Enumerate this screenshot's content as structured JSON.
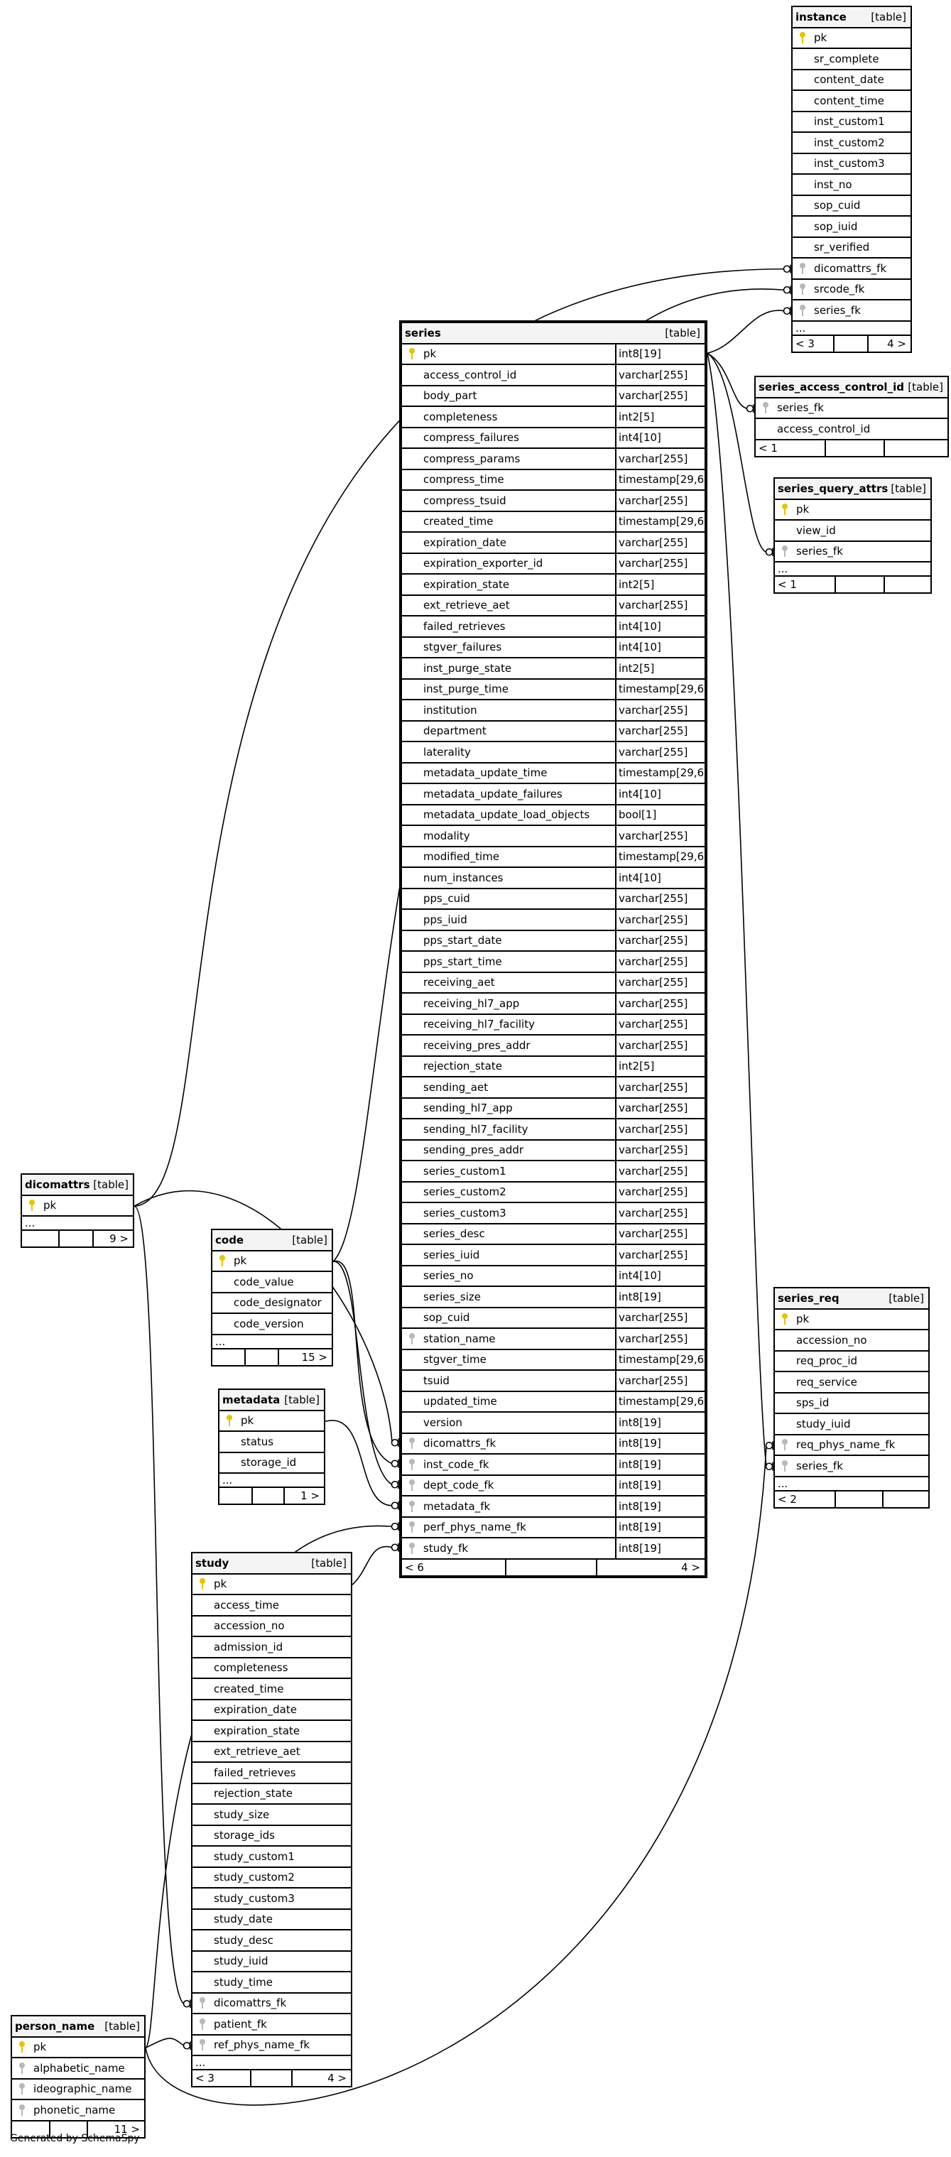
{
  "table_type_label": "[table]",
  "footer_text": "Generated by SchemaSpy",
  "tables": {
    "instance": {
      "name": "instance",
      "columns": [
        {
          "name": "pk",
          "key": "pk"
        },
        {
          "name": "sr_complete"
        },
        {
          "name": "content_date"
        },
        {
          "name": "content_time"
        },
        {
          "name": "inst_custom1"
        },
        {
          "name": "inst_custom2"
        },
        {
          "name": "inst_custom3"
        },
        {
          "name": "inst_no"
        },
        {
          "name": "sop_cuid"
        },
        {
          "name": "sop_iuid"
        },
        {
          "name": "sr_verified"
        },
        {
          "name": "dicomattrs_fk",
          "key": "fk"
        },
        {
          "name": "srcode_fk",
          "key": "fk"
        },
        {
          "name": "series_fk",
          "key": "fk"
        }
      ],
      "ellipsis": "...",
      "stats": [
        "< 3",
        "",
        "4 >"
      ]
    },
    "series": {
      "name": "series",
      "columns": [
        {
          "name": "pk",
          "type": "int8[19]",
          "key": "pk"
        },
        {
          "name": "access_control_id",
          "type": "varchar[255]"
        },
        {
          "name": "body_part",
          "type": "varchar[255]"
        },
        {
          "name": "completeness",
          "type": "int2[5]"
        },
        {
          "name": "compress_failures",
          "type": "int4[10]"
        },
        {
          "name": "compress_params",
          "type": "varchar[255]"
        },
        {
          "name": "compress_time",
          "type": "timestamp[29,6]"
        },
        {
          "name": "compress_tsuid",
          "type": "varchar[255]"
        },
        {
          "name": "created_time",
          "type": "timestamp[29,6]"
        },
        {
          "name": "expiration_date",
          "type": "varchar[255]"
        },
        {
          "name": "expiration_exporter_id",
          "type": "varchar[255]"
        },
        {
          "name": "expiration_state",
          "type": "int2[5]"
        },
        {
          "name": "ext_retrieve_aet",
          "type": "varchar[255]"
        },
        {
          "name": "failed_retrieves",
          "type": "int4[10]"
        },
        {
          "name": "stgver_failures",
          "type": "int4[10]"
        },
        {
          "name": "inst_purge_state",
          "type": "int2[5]"
        },
        {
          "name": "inst_purge_time",
          "type": "timestamp[29,6]"
        },
        {
          "name": "institution",
          "type": "varchar[255]"
        },
        {
          "name": "department",
          "type": "varchar[255]"
        },
        {
          "name": "laterality",
          "type": "varchar[255]"
        },
        {
          "name": "metadata_update_time",
          "type": "timestamp[29,6]"
        },
        {
          "name": "metadata_update_failures",
          "type": "int4[10]"
        },
        {
          "name": "metadata_update_load_objects",
          "type": "bool[1]"
        },
        {
          "name": "modality",
          "type": "varchar[255]"
        },
        {
          "name": "modified_time",
          "type": "timestamp[29,6]"
        },
        {
          "name": "num_instances",
          "type": "int4[10]"
        },
        {
          "name": "pps_cuid",
          "type": "varchar[255]"
        },
        {
          "name": "pps_iuid",
          "type": "varchar[255]"
        },
        {
          "name": "pps_start_date",
          "type": "varchar[255]"
        },
        {
          "name": "pps_start_time",
          "type": "varchar[255]"
        },
        {
          "name": "receiving_aet",
          "type": "varchar[255]"
        },
        {
          "name": "receiving_hl7_app",
          "type": "varchar[255]"
        },
        {
          "name": "receiving_hl7_facility",
          "type": "varchar[255]"
        },
        {
          "name": "receiving_pres_addr",
          "type": "varchar[255]"
        },
        {
          "name": "rejection_state",
          "type": "int2[5]"
        },
        {
          "name": "sending_aet",
          "type": "varchar[255]"
        },
        {
          "name": "sending_hl7_app",
          "type": "varchar[255]"
        },
        {
          "name": "sending_hl7_facility",
          "type": "varchar[255]"
        },
        {
          "name": "sending_pres_addr",
          "type": "varchar[255]"
        },
        {
          "name": "series_custom1",
          "type": "varchar[255]"
        },
        {
          "name": "series_custom2",
          "type": "varchar[255]"
        },
        {
          "name": "series_custom3",
          "type": "varchar[255]"
        },
        {
          "name": "series_desc",
          "type": "varchar[255]"
        },
        {
          "name": "series_iuid",
          "type": "varchar[255]"
        },
        {
          "name": "series_no",
          "type": "int4[10]"
        },
        {
          "name": "series_size",
          "type": "int8[19]"
        },
        {
          "name": "sop_cuid",
          "type": "varchar[255]"
        },
        {
          "name": "station_name",
          "type": "varchar[255]",
          "key": "fk"
        },
        {
          "name": "stgver_time",
          "type": "timestamp[29,6]"
        },
        {
          "name": "tsuid",
          "type": "varchar[255]"
        },
        {
          "name": "updated_time",
          "type": "timestamp[29,6]"
        },
        {
          "name": "version",
          "type": "int8[19]"
        },
        {
          "name": "dicomattrs_fk",
          "type": "int8[19]",
          "key": "fk"
        },
        {
          "name": "inst_code_fk",
          "type": "int8[19]",
          "key": "fk"
        },
        {
          "name": "dept_code_fk",
          "type": "int8[19]",
          "key": "fk"
        },
        {
          "name": "metadata_fk",
          "type": "int8[19]",
          "key": "fk"
        },
        {
          "name": "perf_phys_name_fk",
          "type": "int8[19]",
          "key": "fk"
        },
        {
          "name": "study_fk",
          "type": "int8[19]",
          "key": "fk"
        }
      ],
      "stats": [
        "< 6",
        "",
        "4 >"
      ]
    },
    "series_access_control_id": {
      "name": "series_access_control_id",
      "columns": [
        {
          "name": "series_fk",
          "key": "fk"
        },
        {
          "name": "access_control_id"
        }
      ],
      "stats": [
        "< 1",
        "",
        ""
      ]
    },
    "series_query_attrs": {
      "name": "series_query_attrs",
      "columns": [
        {
          "name": "pk",
          "key": "pk"
        },
        {
          "name": "view_id"
        },
        {
          "name": "series_fk",
          "key": "fk"
        }
      ],
      "ellipsis": "...",
      "stats": [
        "< 1",
        "",
        ""
      ]
    },
    "dicomattrs": {
      "name": "dicomattrs",
      "columns": [
        {
          "name": "pk",
          "key": "pk"
        }
      ],
      "ellipsis": "...",
      "stats": [
        "",
        "",
        "9 >"
      ]
    },
    "code": {
      "name": "code",
      "columns": [
        {
          "name": "pk",
          "key": "pk"
        },
        {
          "name": "code_value"
        },
        {
          "name": "code_designator"
        },
        {
          "name": "code_version"
        }
      ],
      "ellipsis": "...",
      "stats": [
        "",
        "",
        "15 >"
      ]
    },
    "metadata": {
      "name": "metadata",
      "columns": [
        {
          "name": "pk",
          "key": "pk"
        },
        {
          "name": "status"
        },
        {
          "name": "storage_id"
        }
      ],
      "ellipsis": "...",
      "stats": [
        "",
        "",
        "1 >"
      ]
    },
    "series_req": {
      "name": "series_req",
      "columns": [
        {
          "name": "pk",
          "key": "pk"
        },
        {
          "name": "accession_no"
        },
        {
          "name": "req_proc_id"
        },
        {
          "name": "req_service"
        },
        {
          "name": "sps_id"
        },
        {
          "name": "study_iuid"
        },
        {
          "name": "req_phys_name_fk",
          "key": "fk"
        },
        {
          "name": "series_fk",
          "key": "fk"
        }
      ],
      "ellipsis": "...",
      "stats": [
        "< 2",
        "",
        ""
      ]
    },
    "study": {
      "name": "study",
      "columns": [
        {
          "name": "pk",
          "key": "pk"
        },
        {
          "name": "access_time"
        },
        {
          "name": "accession_no"
        },
        {
          "name": "admission_id"
        },
        {
          "name": "completeness"
        },
        {
          "name": "created_time"
        },
        {
          "name": "expiration_date"
        },
        {
          "name": "expiration_state"
        },
        {
          "name": "ext_retrieve_aet"
        },
        {
          "name": "failed_retrieves"
        },
        {
          "name": "rejection_state"
        },
        {
          "name": "study_size"
        },
        {
          "name": "storage_ids"
        },
        {
          "name": "study_custom1"
        },
        {
          "name": "study_custom2"
        },
        {
          "name": "study_custom3"
        },
        {
          "name": "study_date"
        },
        {
          "name": "study_desc"
        },
        {
          "name": "study_iuid"
        },
        {
          "name": "study_time"
        },
        {
          "name": "dicomattrs_fk",
          "key": "fk"
        },
        {
          "name": "patient_fk",
          "key": "fk"
        },
        {
          "name": "ref_phys_name_fk",
          "key": "fk"
        }
      ],
      "ellipsis": "...",
      "stats": [
        "< 3",
        "",
        "4 >"
      ]
    },
    "person_name": {
      "name": "person_name",
      "columns": [
        {
          "name": "pk",
          "key": "pk"
        },
        {
          "name": "alphabetic_name",
          "key": "fk"
        },
        {
          "name": "ideographic_name",
          "key": "fk"
        },
        {
          "name": "phonetic_name",
          "key": "fk"
        }
      ],
      "stats": [
        "",
        "",
        "11 >"
      ]
    }
  }
}
